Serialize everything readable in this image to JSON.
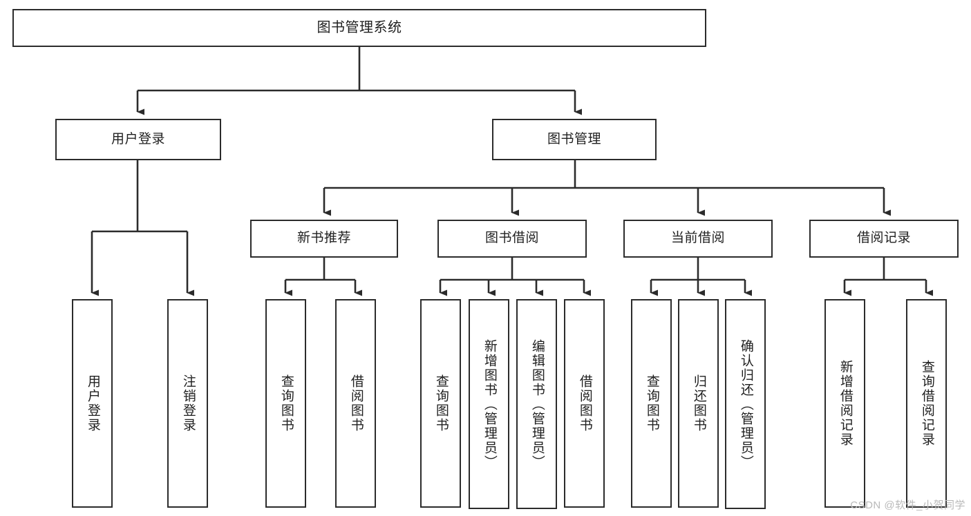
{
  "diagram": {
    "title": "图书管理系统",
    "type": "tree-hierarchy",
    "watermark": "CSDN @软件_小贺同学",
    "colors": {
      "background": "#ffffff",
      "node_border": "#2b2b2b",
      "node_fill": "#ffffff",
      "edge": "#2b2b2b",
      "text": "#1f1f1f",
      "watermark": "#b9b9b9"
    },
    "levels": {
      "root": "图书管理系统",
      "level2": [
        "用户登录",
        "图书管理"
      ],
      "level3": [
        "新书推荐",
        "图书借阅",
        "当前借阅",
        "借阅记录"
      ]
    },
    "nodes": {
      "root": {
        "label": "图书管理系统"
      },
      "user_login": {
        "label": "用户登录"
      },
      "book_manage": {
        "label": "图书管理"
      },
      "new_book_rec": {
        "label": "新书推荐"
      },
      "book_borrow": {
        "label": "图书借阅"
      },
      "current_borrow": {
        "label": "当前借阅"
      },
      "borrow_record": {
        "label": "借阅记录"
      },
      "leaf_user_login": {
        "label": "用户登录"
      },
      "leaf_logout": {
        "label": "注销登录"
      },
      "leaf_query_book_1": {
        "label": "查询图书"
      },
      "leaf_borrow_book_1": {
        "label": "借阅图书"
      },
      "leaf_query_book_2": {
        "label": "查询图书"
      },
      "leaf_add_book": {
        "label": "新增图书（管理员）"
      },
      "leaf_edit_book": {
        "label": "编辑图书（管理员）"
      },
      "leaf_borrow_book_2": {
        "label": "借阅图书"
      },
      "leaf_query_book_3": {
        "label": "查询图书"
      },
      "leaf_return_book": {
        "label": "归还图书"
      },
      "leaf_confirm_return": {
        "label": "确认归还（管理员）"
      },
      "leaf_add_record": {
        "label": "新增借阅记录"
      },
      "leaf_query_record": {
        "label": "查询借阅记录"
      }
    }
  }
}
